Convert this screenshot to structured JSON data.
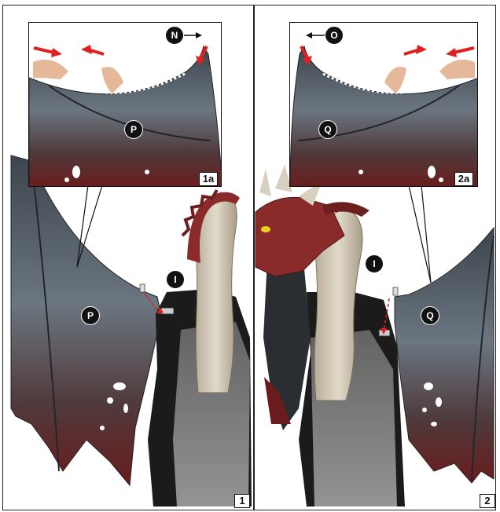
{
  "panel_left": {
    "step_label": "1",
    "inset_label": "1a",
    "callouts": {
      "hook": "N",
      "wing_inset": "P",
      "wing_main": "P",
      "bracket": "I"
    }
  },
  "panel_right": {
    "step_label": "2",
    "inset_label": "2a",
    "callouts": {
      "hook": "O",
      "wing_inset": "Q",
      "wing_main": "Q",
      "bracket": "I"
    }
  },
  "colors": {
    "wing_gray": "#5f6a74",
    "wing_dark": "#3a4149",
    "wing_red": "#6e1e1e",
    "dragon_red": "#8a2a2a",
    "bone": "#cfc6b4",
    "robe": "#1a1a1a",
    "gauze": "#8a8a8a",
    "arrow_red": "#e02020"
  }
}
